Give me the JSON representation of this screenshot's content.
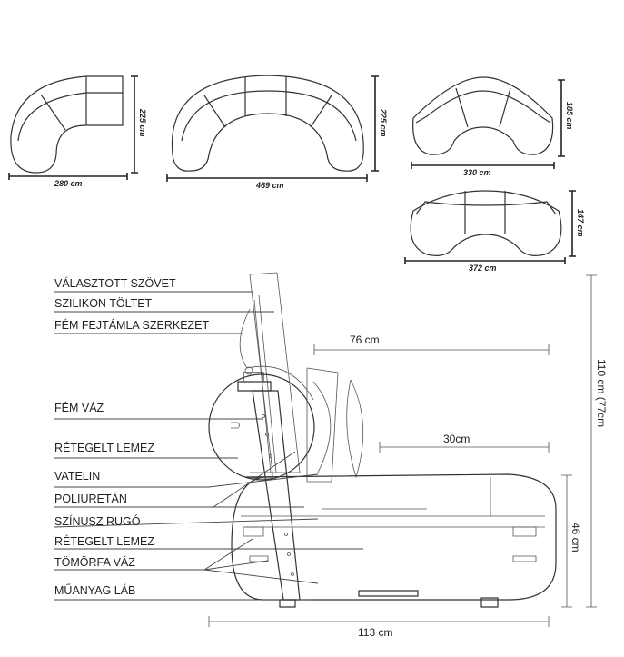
{
  "top_views": [
    {
      "name": "sofa-280",
      "width": "280 cm",
      "depth": "225 cm"
    },
    {
      "name": "sofa-469",
      "width": "469 cm",
      "depth": "225 cm"
    },
    {
      "name": "sofa-330",
      "width": "330 cm",
      "depth": "185 cm"
    },
    {
      "name": "sofa-372",
      "width": "372 cm",
      "depth": "147 cm"
    }
  ],
  "side_view": {
    "labels": [
      "VÁLASZTOTT SZÖVET",
      "SZILIKON TÖLTET",
      "FÉM FEJTÁMLA SZERKEZET",
      "FÉM VÁZ",
      "RÉTEGELT LEMEZ",
      "VATELIN",
      "POLIURETÁN",
      "SZÍNUSZ RUGÓ",
      "RÉTEGELT LEMEZ",
      "TÖMÖRFA VÁZ",
      "MŰANYAG LÁB"
    ],
    "dims": {
      "headrest": "76 cm",
      "cushion": "30cm",
      "total_height": "110 cm (77cm",
      "seat_height": "46 cm",
      "depth": "113 cm"
    }
  }
}
